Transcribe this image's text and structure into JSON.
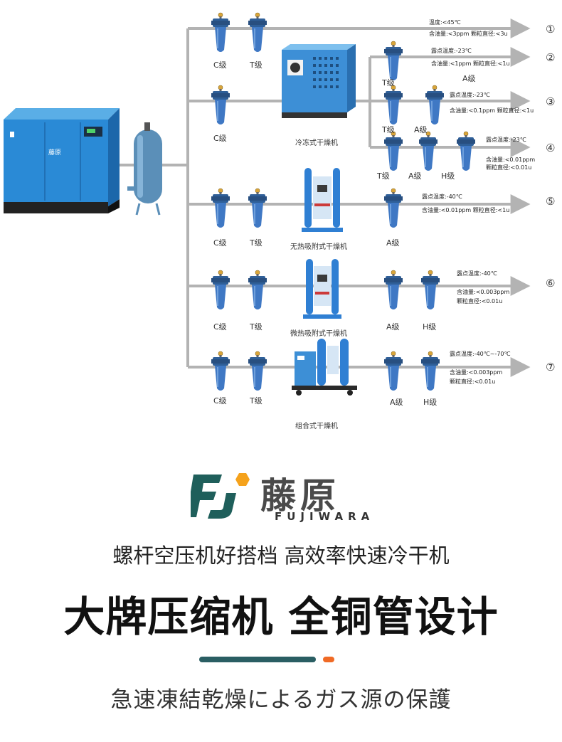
{
  "diagram": {
    "lines": [
      {
        "num": "①",
        "specs": [
          "温度:<45℃",
          "含油量:<3ppm   颗粒直径:<3u"
        ],
        "filters": [
          "C级",
          "T级"
        ]
      },
      {
        "num": "②",
        "specs": [
          "露点温度:-23℃",
          "含油量:<1ppm   颗粒直径:<1u"
        ],
        "filters": [
          "T级"
        ],
        "a_label": "A级"
      },
      {
        "num": "③",
        "specs": [
          "露点温度:-23℃",
          "含油量:<0.1ppm  颗粒直径:<1u"
        ],
        "filters": [
          "T级",
          "A级"
        ]
      },
      {
        "num": "④",
        "specs": [
          "露点温度:-23℃",
          "含油量:<0.01ppm",
          "颗粒直径:<0.01u"
        ],
        "filters": [
          "T级",
          "A级",
          "H级"
        ]
      },
      {
        "num": "⑤",
        "specs": [
          "露点温度:-40℃",
          "含油量:<0.01ppm  颗粒直径:<1u"
        ],
        "filters": [
          "C级",
          "T级",
          "A级"
        ]
      },
      {
        "num": "⑥",
        "specs": [
          "露点温度:-40℃",
          "含油量:<0.003ppm",
          "颗粒直径:<0.01u"
        ],
        "filters": [
          "C级",
          "T级",
          "A级",
          "H级"
        ]
      },
      {
        "num": "⑦",
        "specs": [
          "露点温度:-40℃~-70℃",
          "含油量:<0.003ppm",
          "颗粒直径:<0.01u"
        ],
        "filters": [
          "C级",
          "T级",
          "A级",
          "H级"
        ]
      }
    ],
    "main_filter": "C级",
    "machines": {
      "refrigerated": "冷冻式干燥机",
      "heatless": "无热吸附式干燥机",
      "microheat": "微热吸附式干燥机",
      "combined": "组合式干燥机"
    },
    "compressor_logo": "藤原"
  },
  "brand": {
    "mark": "FJ",
    "cn_name": "藤原",
    "en_name": "FUJIWARA",
    "tagline": "螺杆空压机好搭档 高效率快速冷干机",
    "headline": "大牌压缩机 全铜管设计",
    "subline": "急速凍結乾燥によるガス源の保護",
    "colors": {
      "green": "#1f5f5b",
      "orange": "#f5a21c",
      "accent": "#f06a25",
      "pipe": "#b3b3b3",
      "filter": "#3f78c4",
      "machine": "#3d8fd6"
    }
  }
}
